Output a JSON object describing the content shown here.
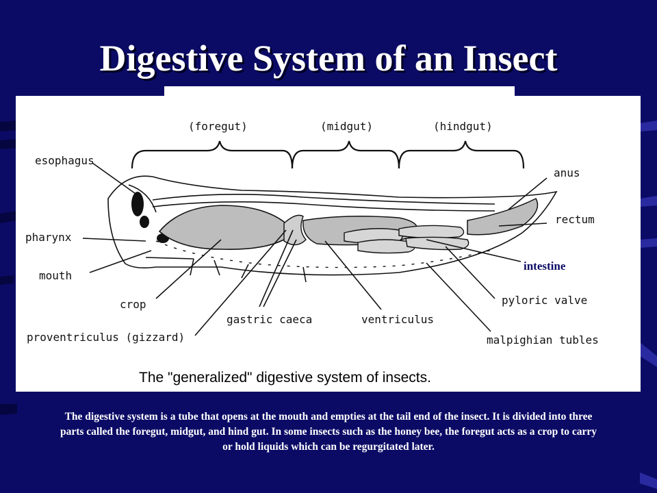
{
  "slide": {
    "title": "Digestive System of an Insect",
    "background_color": "#0b0b66",
    "text_color": "#ffffff"
  },
  "diagram": {
    "sections": {
      "foregut": "(foregut)",
      "midgut": "(midgut)",
      "hindgut": "(hindgut)"
    },
    "labels": {
      "esophagus": "esophagus",
      "pharynx": "pharynx",
      "mouth": "mouth",
      "crop": "crop",
      "proventriculus": "proventriculus (gizzard)",
      "gastric_caeca": "gastric caeca",
      "ventriculus": "ventriculus",
      "malpighian": "malpighian tubles",
      "pyloric": "pyloric valve",
      "intestine": "intestine",
      "rectum": "rectum",
      "anus": "anus"
    },
    "caption": "The \"generalized\" digestive system of insects."
  },
  "description": "The digestive system is a tube that opens at the mouth and empties at the tail end of the insect.  It is divided into three parts called the foregut, midgut, and hind gut.  In some insects such as the honey bee, the foregut acts as a crop to carry or hold liquids which can be regurgitated later."
}
